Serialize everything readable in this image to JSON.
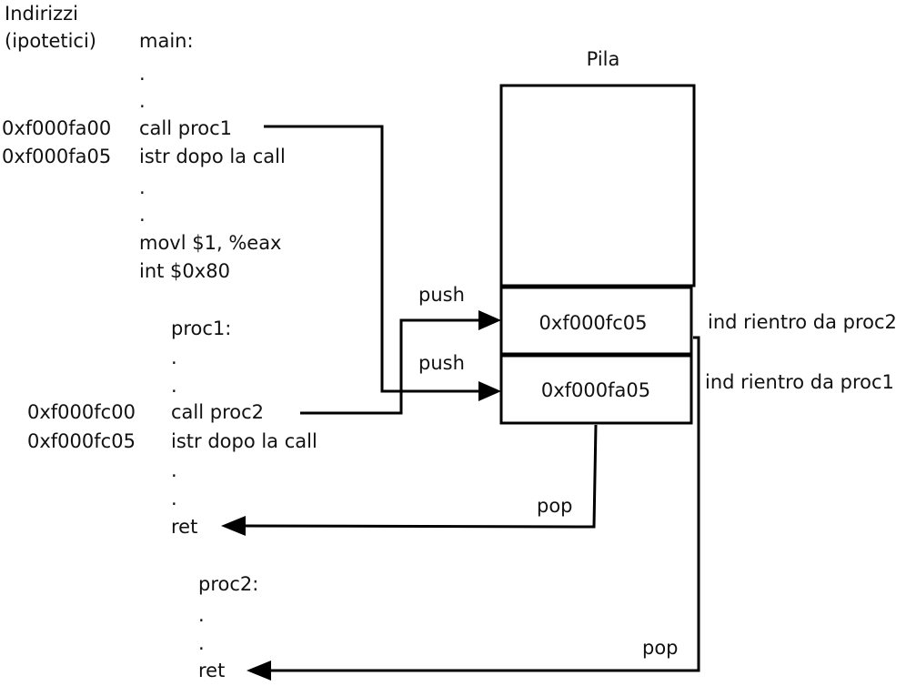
{
  "header": {
    "line1": "Indirizzi",
    "line2": "(ipotetici)"
  },
  "main": {
    "label": "main:",
    "dots_top": [
      ".",
      "."
    ],
    "addresses": [
      "0xf000fa00",
      "0xf000fa05"
    ],
    "instructions": [
      "call proc1",
      "istr dopo la call"
    ],
    "dots_mid": [
      ".",
      "."
    ],
    "tail": [
      "movl $1, %eax",
      "int $0x80"
    ]
  },
  "proc1": {
    "label": "proc1:",
    "dots_top": [
      ".",
      "."
    ],
    "addresses": [
      "0xf000fc00",
      "0xf000fc05"
    ],
    "instructions": [
      "call proc2",
      "istr dopo la call"
    ],
    "dots_bottom": [
      ".",
      "."
    ],
    "ret": "ret"
  },
  "proc2": {
    "label": "proc2:",
    "dots": [
      ".",
      "."
    ],
    "ret": "ret"
  },
  "stack": {
    "title": "Pila",
    "cells": [
      {
        "value": "0xf000fc05",
        "annotation": "ind rientro da proc2"
      },
      {
        "value": "0xf000fa05",
        "annotation": "ind rientro da proc1"
      }
    ]
  },
  "arrows": {
    "push_upper": "push",
    "push_lower": "push",
    "pop_upper": "pop",
    "pop_lower": "pop"
  }
}
